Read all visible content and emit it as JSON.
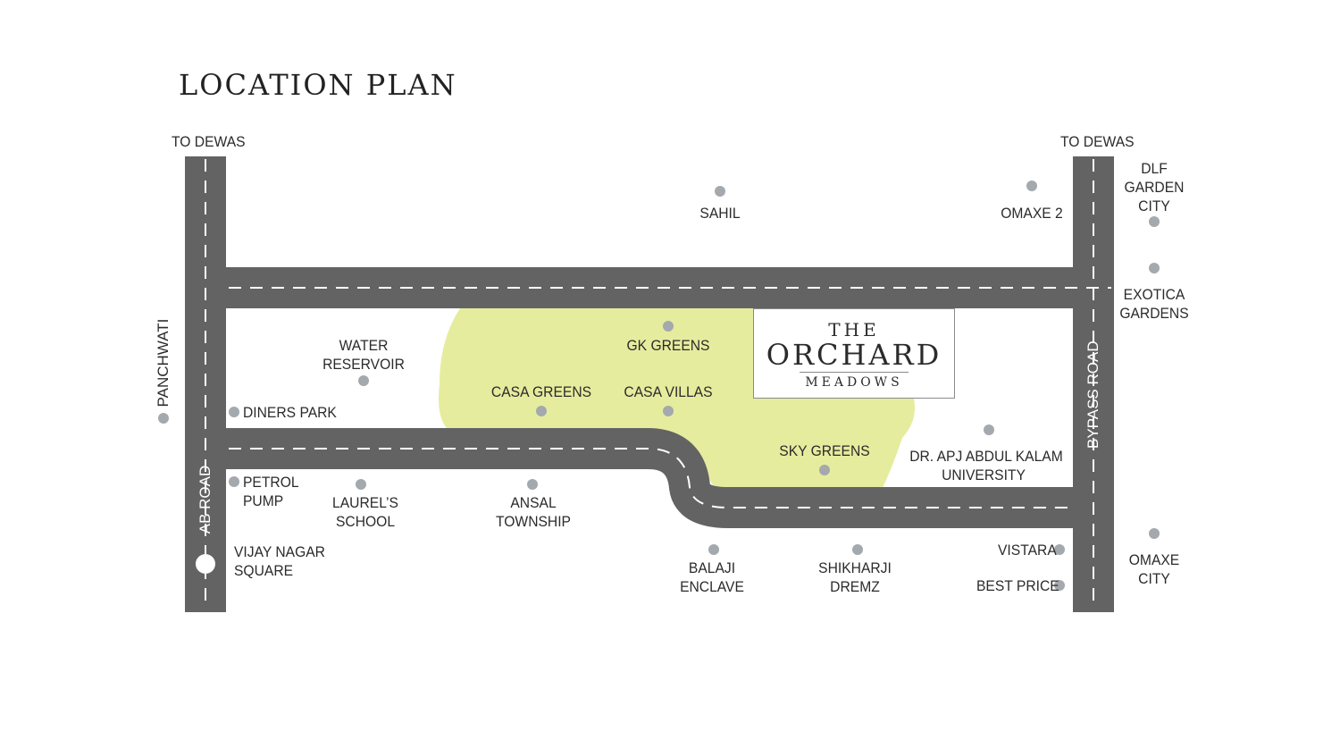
{
  "title": "LOCATION PLAN",
  "colors": {
    "road": "#636363",
    "road_dash": "#ffffff",
    "highlight_zone": "#e6ec9e",
    "marker": "#a4a9ae",
    "text": "#2b2b2b"
  },
  "brand": {
    "line1": "THE",
    "line2": "ORCHARD",
    "line3": "MEADOWS"
  },
  "roads": {
    "to_dewas_left": "TO DEWAS",
    "to_dewas_right": "TO DEWAS",
    "ab_road": "AB ROAD",
    "bypass_road": "BYPASS ROAD"
  },
  "landmarks": {
    "sahil": "SAHIL",
    "omaxe_2": "OMAXE 2",
    "dlf_garden_city": [
      "DLF",
      "GARDEN",
      "CITY"
    ],
    "exotica_gardens": [
      "EXOTICA",
      "GARDENS"
    ],
    "gk_greens": "GK GREENS",
    "water_reservoir": [
      "WATER",
      "RESERVOIR"
    ],
    "casa_greens": "CASA GREENS",
    "casa_villas": "CASA VILLAS",
    "diners_park": "DINERS PARK",
    "panchwati": "PANCHWATI",
    "sky_greens": "SKY GREENS",
    "dr_apj_university": [
      "DR. APJ ABDUL KALAM",
      "UNIVERSITY"
    ],
    "petrol_pump": [
      "PETROL",
      "PUMP"
    ],
    "laurels_school": [
      "LAUREL’S",
      "SCHOOL"
    ],
    "ansal_township": [
      "ANSAL",
      "TOWNSHIP"
    ],
    "vijay_nagar_square": [
      "VIJAY NAGAR",
      "SQUARE"
    ],
    "balaji_enclave": [
      "BALAJI",
      "ENCLAVE"
    ],
    "shikharji_dremz": [
      "SHIKHARJI",
      "DREMZ"
    ],
    "vistara": "VISTARA",
    "best_price": "BEST PRICE",
    "omaxe_city": [
      "OMAXE",
      "CITY"
    ]
  }
}
